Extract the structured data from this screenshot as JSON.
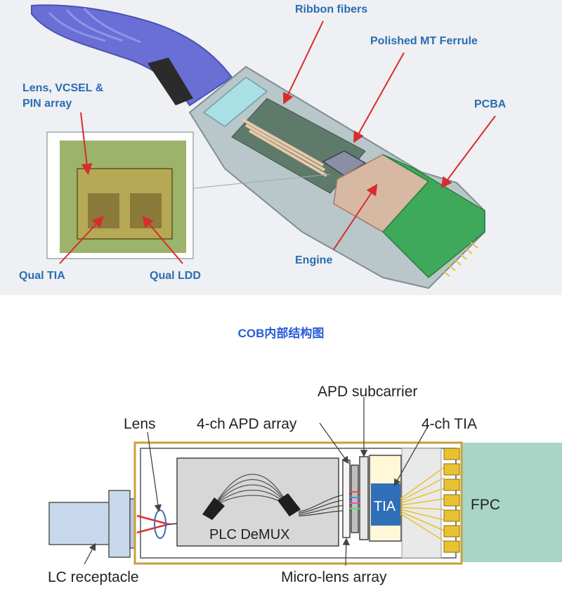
{
  "top_diagram": {
    "labels": {
      "ribbon_fibers": "Ribbon fibers",
      "polished_mt_ferrule": "Polished MT Ferrule",
      "lens_vcsel_line1": "Lens, VCSEL &",
      "lens_vcsel_line2": "PIN array",
      "pcba": "PCBA",
      "qual_tia": "Qual TIA",
      "qual_ldd": "Qual LDD",
      "engine": "Engine"
    },
    "colors": {
      "cable": "#6a6fd6",
      "housing": "#b9c6ca",
      "pcb": "#3ea95a",
      "arrow": "#d92b2b",
      "label": "#2a6db3"
    }
  },
  "caption": "COB内部结构图",
  "bottom_diagram": {
    "labels": {
      "apd_subcarrier": "APD subcarrier",
      "lens": "Lens",
      "apd_array": "4-ch APD array",
      "tia_4ch": "4-ch TIA",
      "plc_demux": "PLC DeMUX",
      "tia": "TIA",
      "fpc": "FPC",
      "lc_receptacle": "LC receptacle",
      "micro_lens_array": "Micro-lens array"
    },
    "colors": {
      "housing_border": "#c8a03a",
      "receptacle": "#c8d8ec",
      "plc": "#d7d7d7",
      "fpc": "#a8d5c5",
      "tia_chip": "#2f6fb8",
      "pads": "#e8c230"
    }
  }
}
